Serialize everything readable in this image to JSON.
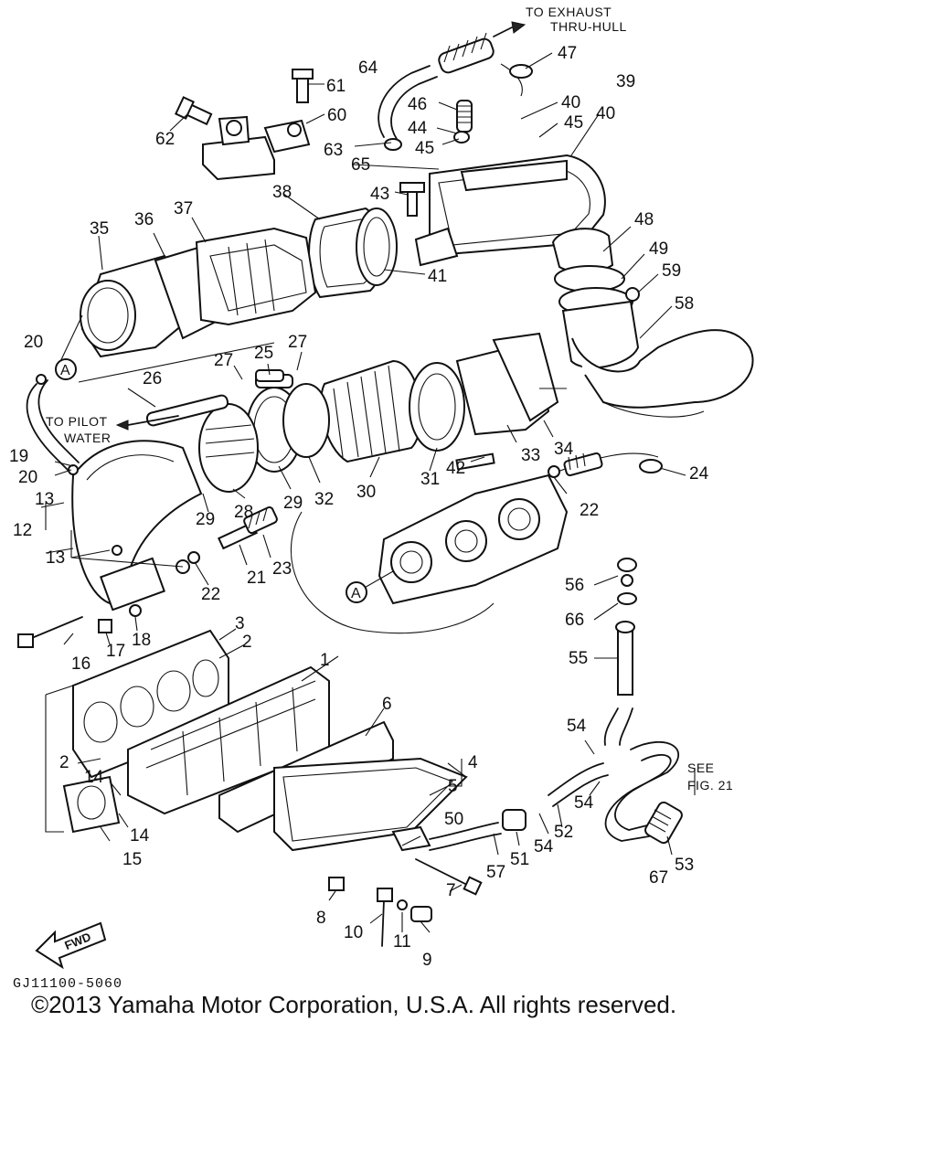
{
  "notes": {
    "exhaust_1": "TO EXHAUST",
    "exhaust_2": "THRU-HULL",
    "pilot_1": "TO PILOT",
    "pilot_2": "WATER",
    "see_1": "SEE",
    "see_2": "FIG. 21",
    "connector": "A",
    "fwd": "FWD"
  },
  "parts": [
    "1",
    "2",
    "3",
    "4",
    "5",
    "6",
    "7",
    "8",
    "9",
    "10",
    "11",
    "12",
    "13",
    "14",
    "15",
    "16",
    "17",
    "18",
    "19",
    "20",
    "21",
    "22",
    "23",
    "24",
    "25",
    "26",
    "27",
    "28",
    "29",
    "30",
    "31",
    "32",
    "33",
    "34",
    "35",
    "36",
    "37",
    "38",
    "39",
    "40",
    "41",
    "42",
    "43",
    "44",
    "45",
    "46",
    "47",
    "48",
    "49",
    "50",
    "51",
    "52",
    "53",
    "54",
    "55",
    "56",
    "57",
    "58",
    "59",
    "60",
    "61",
    "62",
    "63",
    "64",
    "65",
    "66",
    "67"
  ],
  "figure_code": "GJ11100-5060",
  "copyright": "©2013 Yamaha Motor Corporation, U.S.A. All rights reserved."
}
